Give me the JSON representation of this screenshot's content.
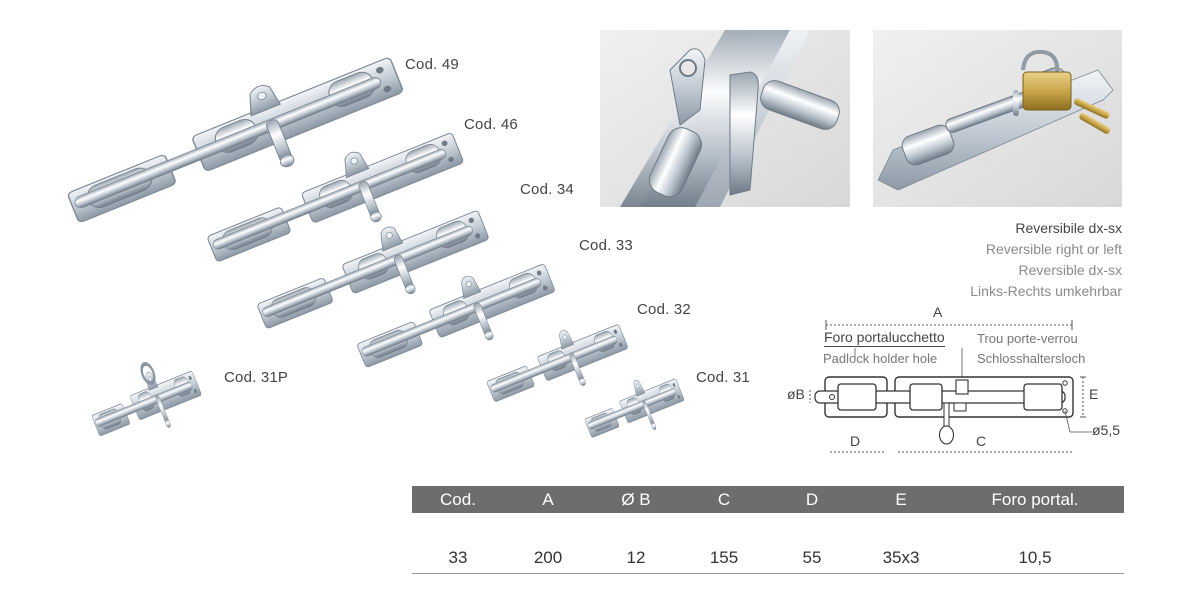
{
  "product_codes": {
    "c49": "Cod. 49",
    "c46": "Cod. 46",
    "c34": "Cod. 34",
    "c33": "Cod. 33",
    "c32": "Cod. 32",
    "c31": "Cod. 31",
    "c31p": "Cod. 31P"
  },
  "reversible": {
    "it": "Reversibile dx-sx",
    "en": "Reversible right or left",
    "es": "Reversible dx-sx",
    "de": "Links-Rechts umkehrbar"
  },
  "diagram": {
    "label_a": "A",
    "foro_it": "Foro portalucchetto",
    "foro_en": "Padlock holder hole",
    "foro_fr": "Trou porte-verrou",
    "foro_de": "Schlosshaltersloch",
    "label_b": "øB",
    "label_e": "E",
    "label_hole": "ø5,5",
    "label_d": "D",
    "label_c": "C"
  },
  "table": {
    "headers": [
      "Cod.",
      "A",
      "Ø B",
      "C",
      "D",
      "E",
      "Foro portal."
    ],
    "row": [
      "33",
      "200",
      "12",
      "155",
      "55",
      "35x3",
      "10,5"
    ]
  },
  "colors": {
    "header_bg": "#6d6d6d",
    "metal_light": "#e8eef4",
    "metal_dark": "#7f8c99",
    "brass": "#c9a64a"
  }
}
